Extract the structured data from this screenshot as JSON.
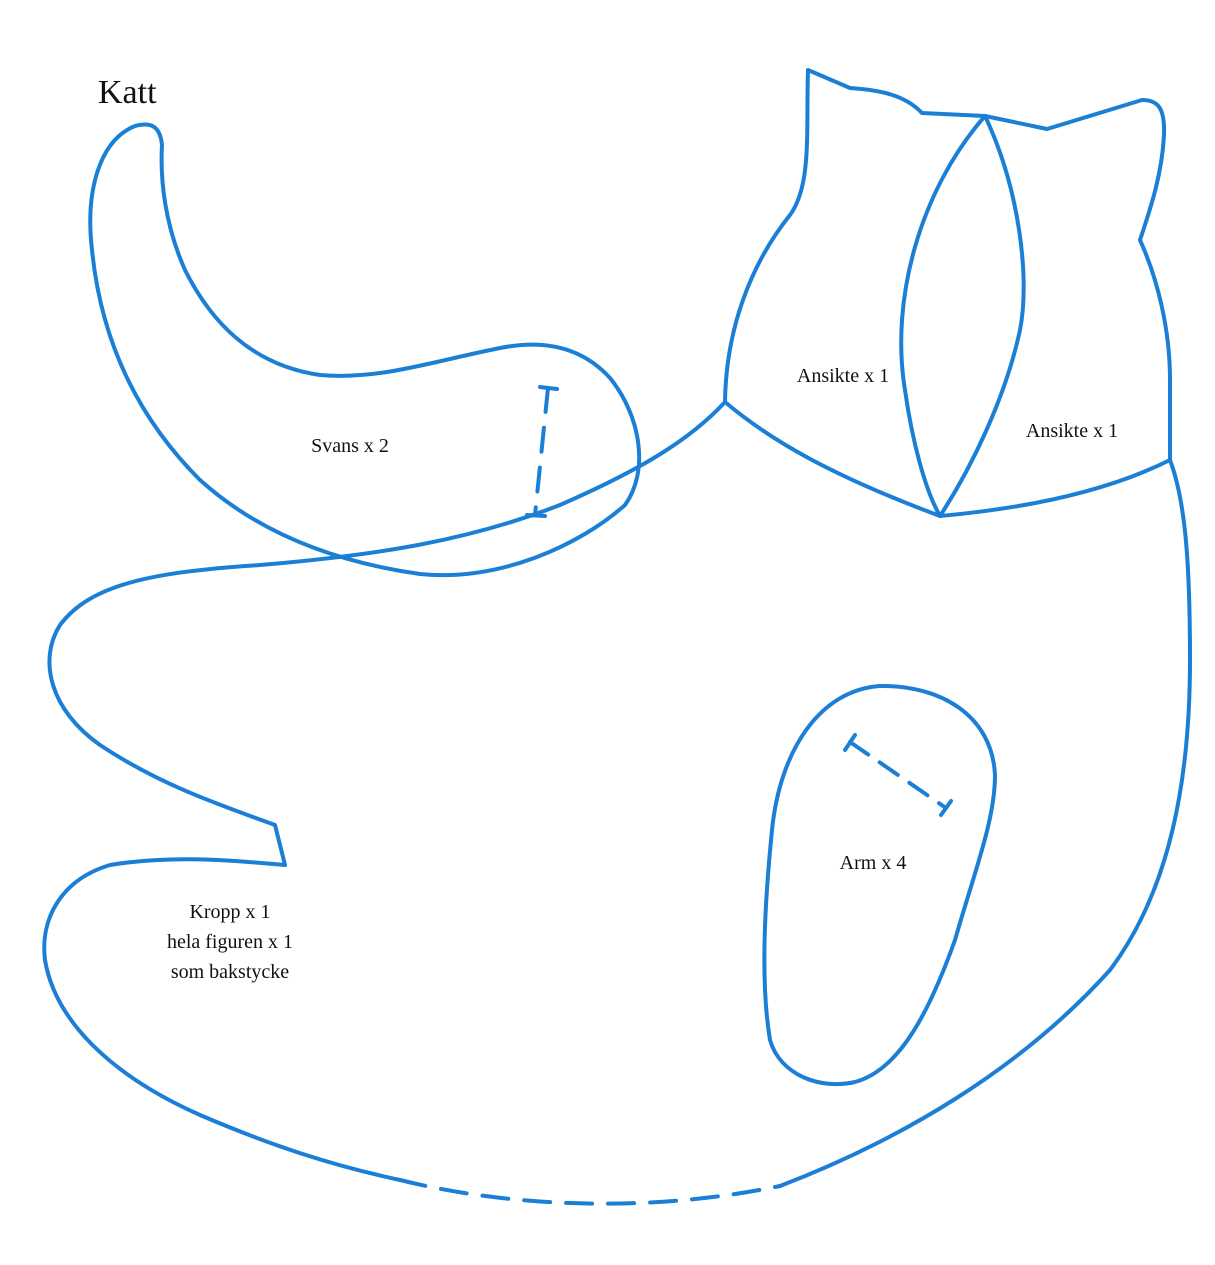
{
  "title": "Katt",
  "colors": {
    "line": "#1b7fd6",
    "text": "#111111"
  },
  "pieces": {
    "tail": "Svans x 2",
    "face_left": "Ansikte x 1",
    "face_right": "Ansikte x 1",
    "arm": "Arm x 4",
    "body": [
      "Kropp x 1",
      "hela figuren x 1",
      "som bakstycke"
    ]
  }
}
